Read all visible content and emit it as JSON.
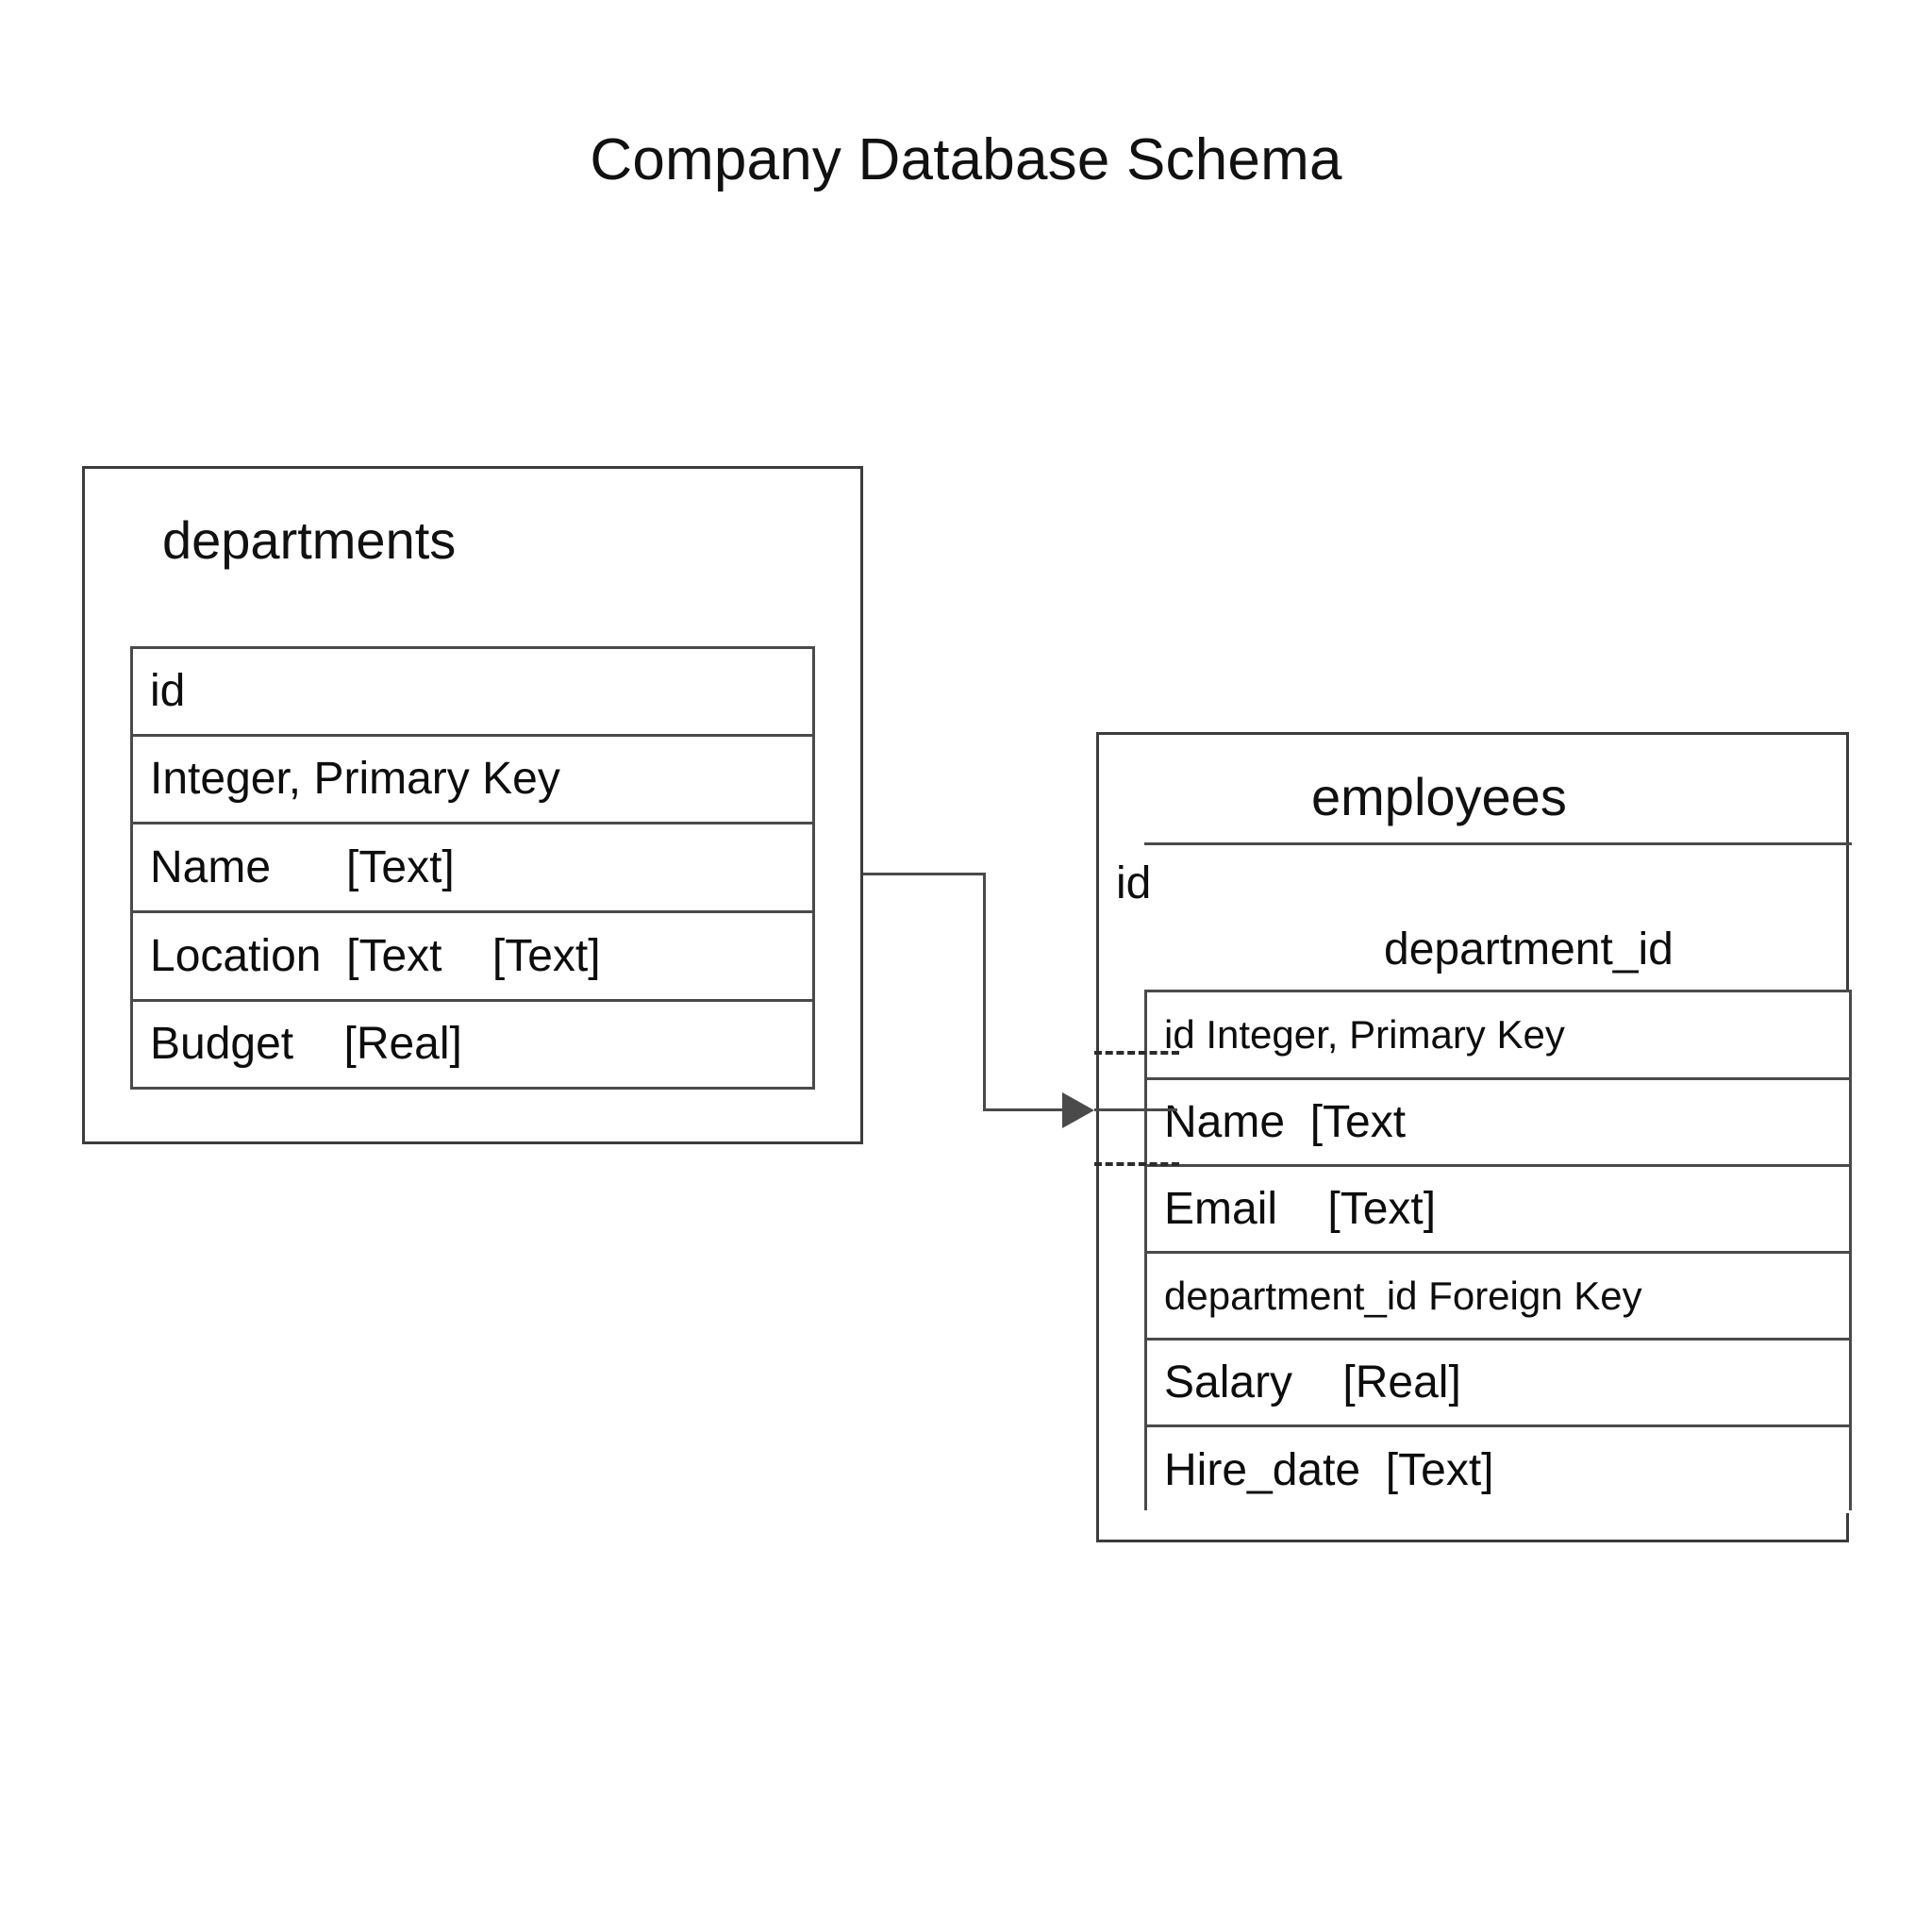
{
  "diagram": {
    "title": "Company Database Schema",
    "type": "entity-relationship-diagram",
    "background_color": "#ffffff",
    "line_color": "#4a4a4a",
    "text_color": "#111111"
  },
  "entities": [
    {
      "name": "departments",
      "title": "departments",
      "fields": [
        {
          "label": "id"
        },
        {
          "label": "Integer, Primary Key"
        },
        {
          "label": "Name      [Text]"
        },
        {
          "label": "Location  [Text    [Text]"
        },
        {
          "label": "Budget    [Real]"
        }
      ]
    },
    {
      "name": "employees",
      "title": "employees",
      "header_labels": [
        {
          "label": "id"
        },
        {
          "label": "department_id"
        }
      ],
      "fields": [
        {
          "label": "id Integer, Primary Key"
        },
        {
          "label": "Name  [Text"
        },
        {
          "label": "Email    [Text]"
        },
        {
          "label": "department_id Foreign Key"
        },
        {
          "label": "Salary    [Real]"
        },
        {
          "label": "Hire_date  [Text]"
        }
      ]
    }
  ],
  "relationship": {
    "name": "departments-to-employees",
    "from": "departments",
    "to": "employees",
    "style": "orthogonal-arrow",
    "arrow_direction": "right"
  }
}
